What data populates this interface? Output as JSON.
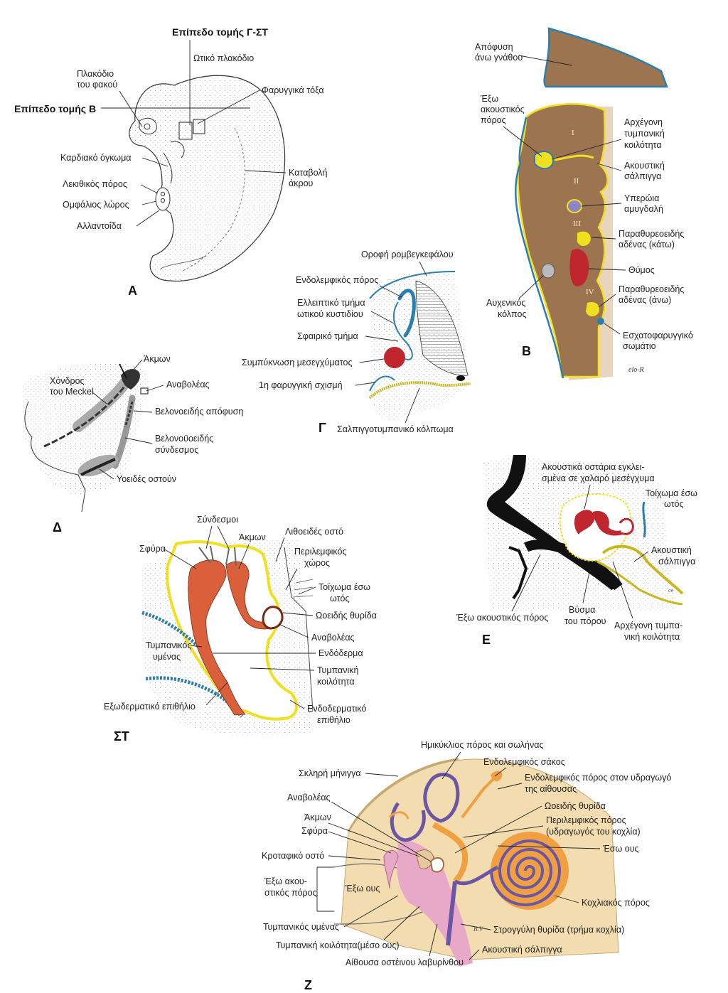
{
  "panels": {
    "A": {
      "letter": "Α",
      "labels": {
        "cut_plane_gst": "Επίπεδο τομής Γ-ΣΤ",
        "otic_placode": "Ωτικό πλακόδιο",
        "lens_placode_1": "Πλακόδιο",
        "lens_placode_2": "του φακού",
        "pharyngeal_arches": "Φαρυγγικά τόξα",
        "cut_plane_b": "Επίπεδο τομής Β",
        "cardiac_bulge": "Καρδιακό όγκωμα",
        "limb_bud_1": "Καταβολή",
        "limb_bud_2": "άκρου",
        "yolk_duct": "Λεκιθικός πόρος",
        "umbilical_cord": "Ομφάλιος λώρος",
        "allantois": "Αλλαντοΐδα"
      }
    },
    "B": {
      "letter": "Β",
      "labels": {
        "maxillary_process_1": "Απόφυση",
        "maxillary_process_2": "άνω γνάθου",
        "external_meatus_1": "Έξω",
        "external_meatus_2": "ακουστικός",
        "external_meatus_3": "πόρος",
        "primitive_tympanic_1": "Αρχέγονη",
        "primitive_tympanic_2": "τυμπανική",
        "primitive_tympanic_3": "κοιλότητα",
        "auditory_tube_1": "Ακουστική",
        "auditory_tube_2": "σάλπιγγα",
        "palatine_tonsil_1": "Υπερώια",
        "palatine_tonsil_2": "αμυγδαλή",
        "parathyroid_lower_1": "Παραθυρεοειδής",
        "parathyroid_lower_2": "αδένας (κάτω)",
        "thymus": "Θύμος",
        "cervical_sinus_1": "Αυχενικός",
        "cervical_sinus_2": "κόλπος",
        "parathyroid_upper_1": "Παραθυρεοειδής",
        "parathyroid_upper_2": "αδένας (άνω)",
        "ultimobranchial_1": "Εσχατοφαρυγγικό",
        "ultimobranchial_2": "σωμάτιο",
        "pouch_I": "I",
        "pouch_II": "II",
        "pouch_III": "III",
        "pouch_IV": "IV",
        "signature": "elo-R"
      }
    },
    "G": {
      "letter": "Γ",
      "labels": {
        "rhombencephalon_roof": "Οροφή ρομβεγκεφάλου",
        "endolymphatic_duct": "Ενδολεμφικός πόρος",
        "utricular_1": "Ελλειπτικό τμήμα",
        "utricular_2": "ωτικού κυστιδίου",
        "saccular": "Σφαιρικό τμήμα",
        "mesenchyme_condensation": "Συμπύκνωση μεσεγχύματος",
        "first_cleft": "1η φαρυγγική σχισμή",
        "tubotympanic_recess": "Σαλπιγγοτυμπανικό κόλπωμα"
      }
    },
    "D": {
      "letter": "Δ",
      "labels": {
        "incus": "Άκμων",
        "meckel_1": "Χόνδρος",
        "meckel_2": "του Meckel",
        "stapes": "Αναβολέας",
        "styloid": "Βελονοειδής απόφυση",
        "stylohyoid_1": "Βελονοϋοειδής",
        "stylohyoid_2": "σύνδεσμος",
        "hyoid": "Υοειδές οστούν"
      }
    },
    "E": {
      "letter": "Ε",
      "labels": {
        "ossicles_1": "Ακουστικά οστάρια εγκλει-",
        "ossicles_2": "σμένα σε χαλαρό μεσέγχυμα",
        "inner_wall_1": "Τοίχωμα έσω",
        "inner_wall_2": "ωτός",
        "auditory_tube_1": "Ακουστική",
        "auditory_tube_2": "σάλπιγγα",
        "external_meatus": "Έξω ακουστικός πόρος",
        "meatal_plug_1": "Βύσμα",
        "meatal_plug_2": "του πόρου",
        "primitive_tympanic_1": "Αρχέγονη τυμπα-",
        "primitive_tympanic_2": "νική κοιλότητα"
      }
    },
    "ST": {
      "letter": "ΣΤ",
      "labels": {
        "ligaments": "Σύνδεσμοι",
        "malleus": "Σφύρα",
        "incus": "Άκμων",
        "petrous": "Λιθοειδές οστό",
        "perilymphatic_1": "Περιλεμφικός",
        "perilymphatic_2": "χώρος",
        "inner_wall_1": "Τοίχωμα έσω",
        "inner_wall_2": "ωτός",
        "oval_window": "Ωοειδής θυρίδα",
        "stapes": "Αναβολέας",
        "tympanic_membrane_1": "Τυμπανικός",
        "tympanic_membrane_2": "υμένας",
        "endoderm": "Ενδόδερμα",
        "tympanic_cavity_1": "Τυμπανική",
        "tympanic_cavity_2": "κοιλότητα",
        "ectodermal_epithelium": "Εξωδερματικό επιθήλιο",
        "endodermal_epithelium_1": "Ενδοδερματικό",
        "endodermal_epithelium_2": "επιθήλιο"
      }
    },
    "Z": {
      "letter": "Ζ",
      "labels": {
        "semicircular": "Ημικύκλιος πόρος και σωλήνας",
        "endolymphatic_sac": "Ενδολεμφικός σάκος",
        "dura": "Σκληρή μήνιγγα",
        "endolymphatic_duct_1": "Ενδολεμφικός πόρος στον υδραγωγό",
        "endolymphatic_duct_2": "της αίθουσας",
        "stapes": "Αναβολέας",
        "oval_window": "Ωοειδής θυρίδα",
        "incus": "Άκμων",
        "perilymphatic_1": "Περιλεμφικός πόρος",
        "perilymphatic_2": "(υδραγωγός του κοχλία)",
        "malleus": "Σφύρα",
        "inner_ear": "Έσω ους",
        "temporal": "Κροταφικό οστό",
        "external_meatus_1": "Έξω ακου-",
        "external_meatus_2": "στικός πόρος",
        "external_ear": "Έξω ους",
        "cochlear_duct": "Κοχλιακός πόρος",
        "tympanic_membrane": "Τυμπανικός υμένας",
        "round_window": "Στρογγύλη θυρίδα (τρήμα κοχλία)",
        "tympanic_cavity": "Τυμπανική κοιλότητα(μέσο ους)",
        "auditory_tube": "Ακουστική σάλπιγγα",
        "bony_vestibule": "Αίθουσα οστέινου λαβυρίνθου",
        "signature": "B.V"
      }
    }
  },
  "colors": {
    "tissue_brown": "#9c7450",
    "epithelium_blue": "#2a7fb0",
    "endoderm_yellow": "#f0e020",
    "thymus_red": "#c0262e",
    "tonsil_purple": "#8c86c4",
    "ossicle_orange": "#d9603a",
    "bone_cream": "#f2dcb0",
    "labyrinth_purple": "#6a56a4",
    "labyrinth_orange": "#f0a040",
    "middle_ear_pink": "#e8a8c8"
  }
}
